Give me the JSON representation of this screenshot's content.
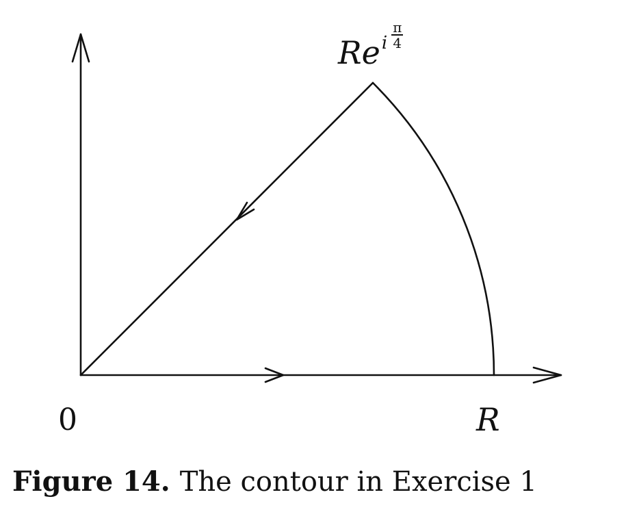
{
  "figure": {
    "labels": {
      "origin": "0",
      "r_point": "R",
      "corner_base": "Re",
      "corner_exponent_i": "i",
      "corner_exponent_num": "π",
      "corner_exponent_den": "4"
    },
    "caption": {
      "label": "Figure 14.",
      "text": "The contour in Exercise 1"
    }
  }
}
